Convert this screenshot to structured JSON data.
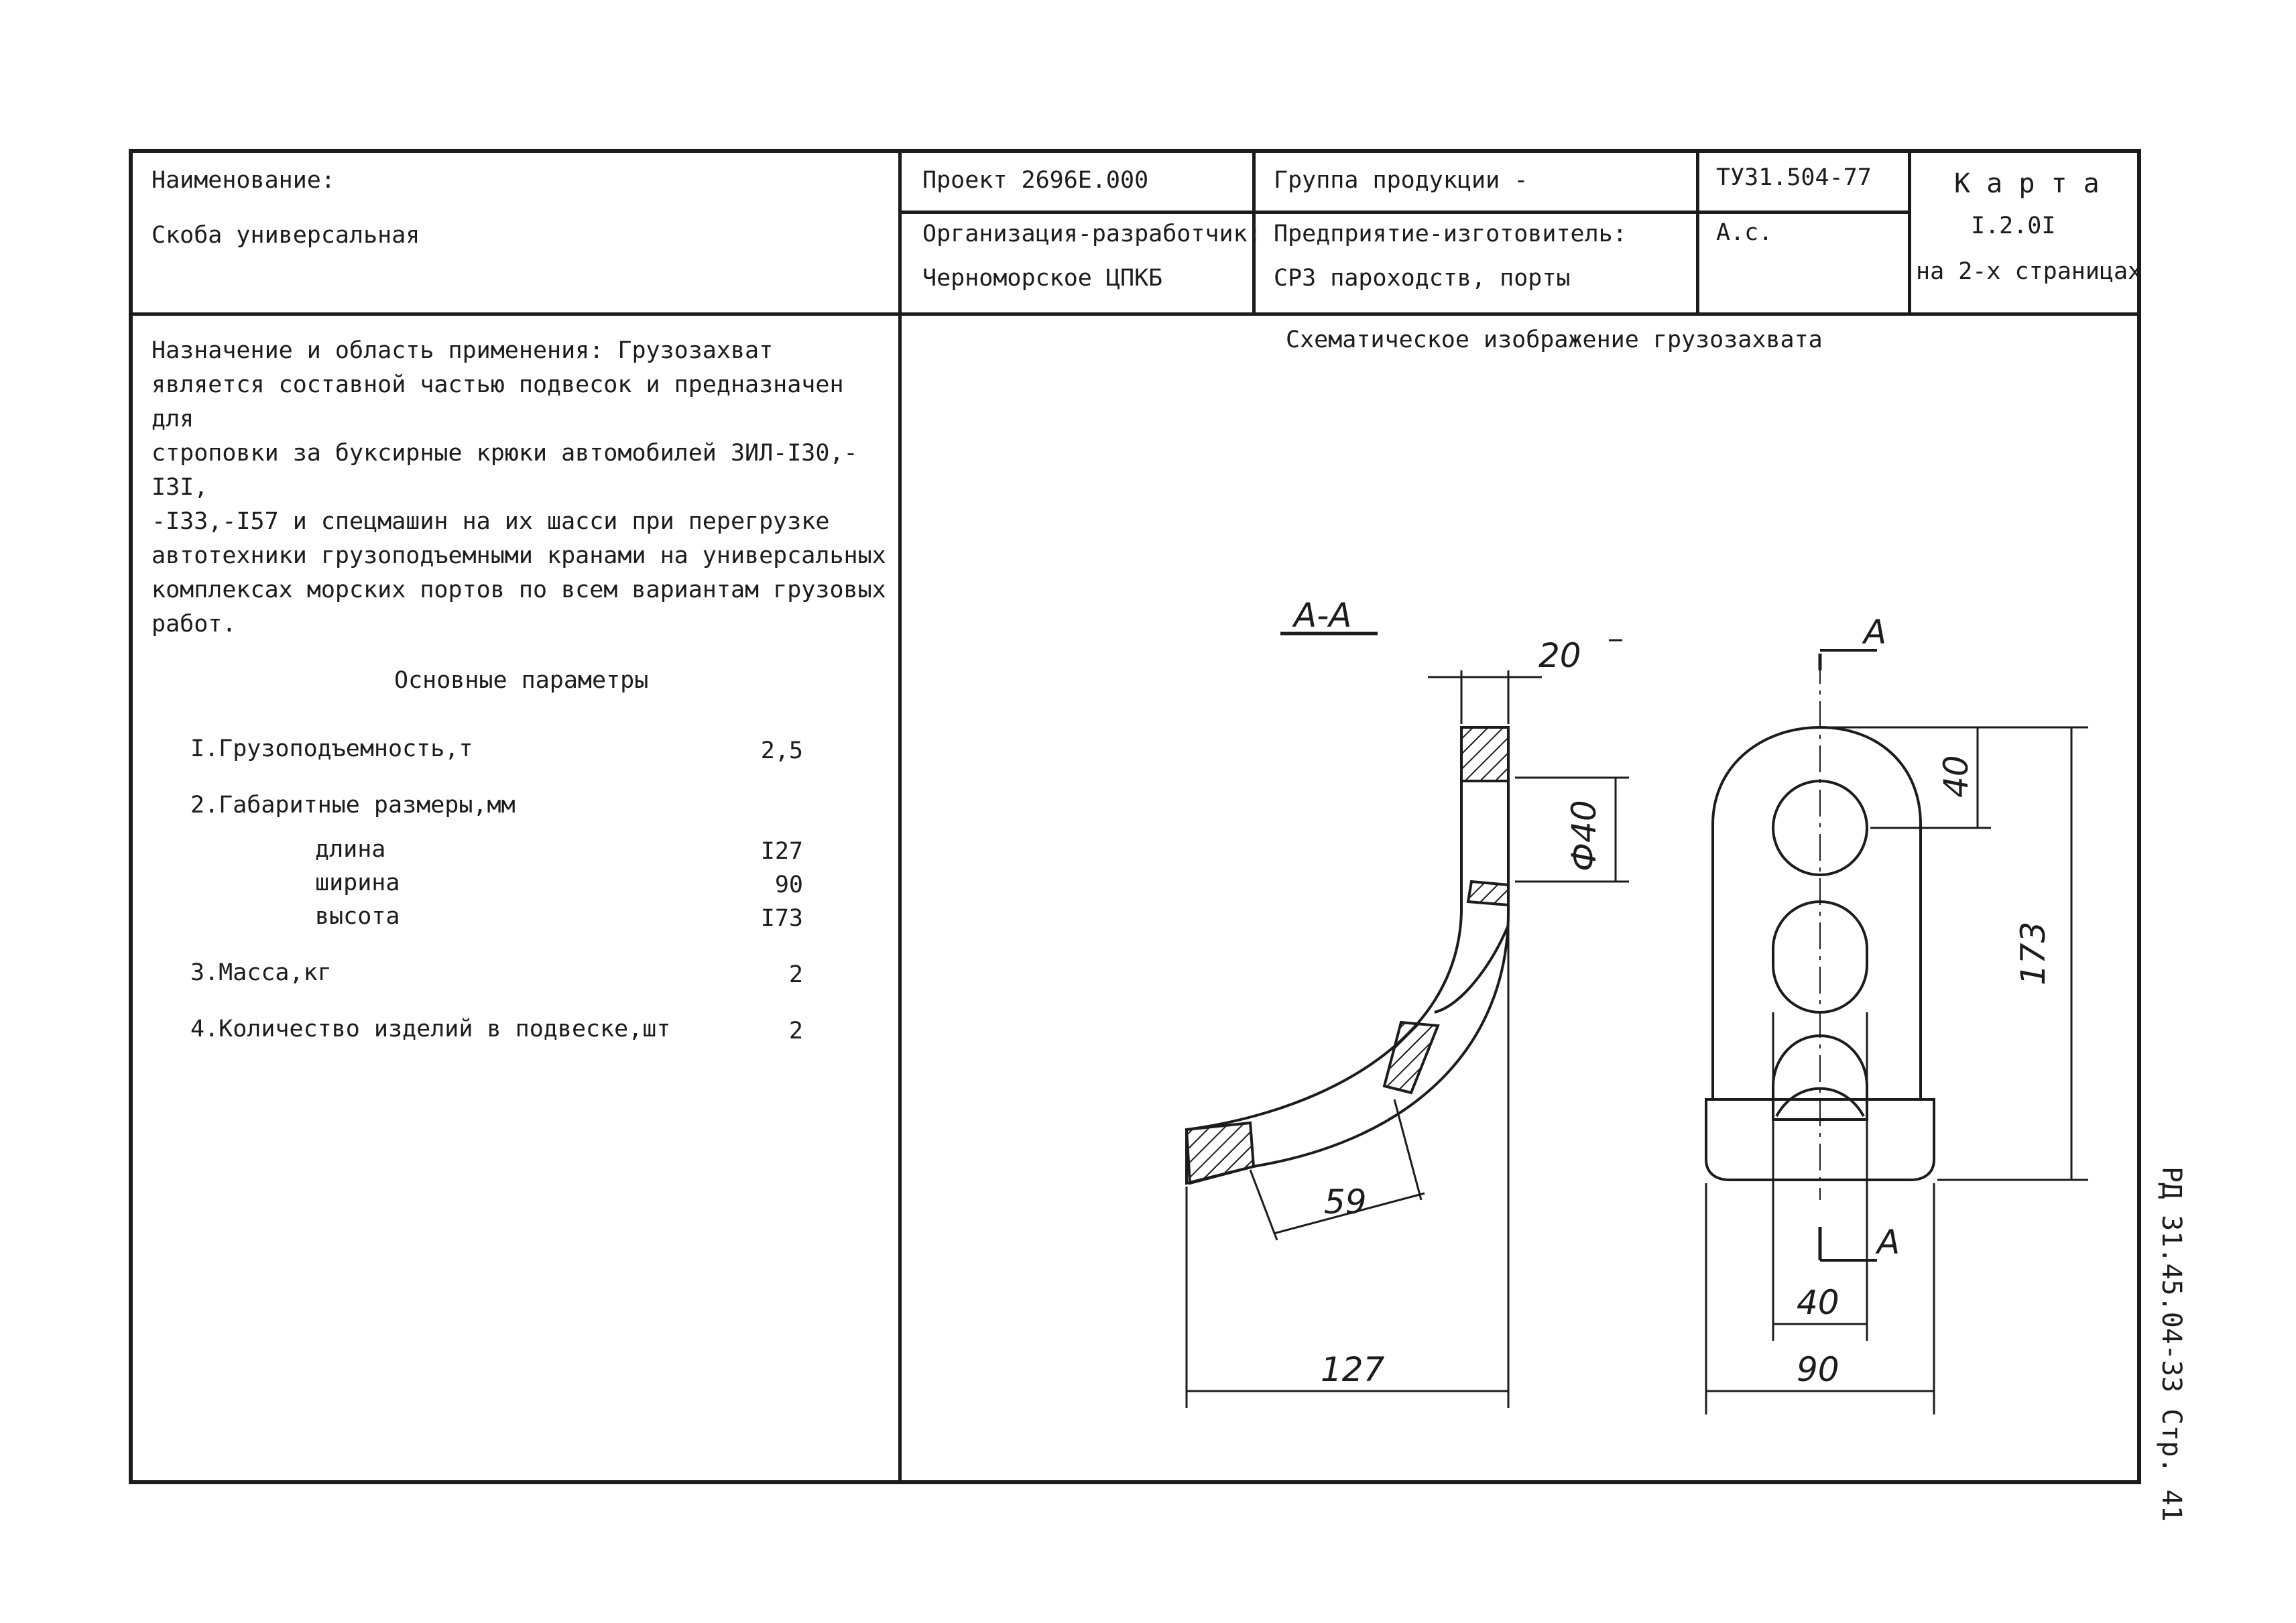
{
  "header": {
    "name_label": "Наименование:",
    "name_value": "Скоба универсальная",
    "project": "Проект  2696Е.000",
    "product_group": "Группа продукции   -",
    "tu": "ТУ31.504-77",
    "card_title": "К а р т а",
    "card_number": "I.2.0I",
    "card_pages": "на 2-х страницах",
    "developer_label": "Организация-разработчик:",
    "developer_value": "Черноморское ЦПКБ",
    "manufacturer_label": "Предприятие-изготовитель:",
    "manufacturer_value": "СРЗ пароходств, порты",
    "inventor_cert": "А.с."
  },
  "purpose": {
    "text": "    Назначение и область применения:  Грузозахват\nявляется составной частью подвесок и предназначен для\nстроповки за буксирные крюки автомобилей ЗИЛ-I30,-I3I,\n-I33,-I57 и спецмашин на их шасси при перегрузке\nавтотехники грузоподъемными кранами на универсальных\nкомплексах морских портов по всем вариантам грузовых\nработ."
  },
  "parameters": {
    "title": "Основные параметры",
    "items": [
      {
        "label": "I.Грузоподъемность,т",
        "value": "2,5"
      },
      {
        "label": "2.Габаритные размеры,мм",
        "value": ""
      },
      {
        "label": "длина",
        "value": "I27"
      },
      {
        "label": "ширина",
        "value": "90"
      },
      {
        "label": "высота",
        "value": "I73"
      },
      {
        "label": "3.Масса,кг",
        "value": "2"
      },
      {
        "label": "4.Количество изделий в подвеске,шт",
        "value": "2"
      }
    ]
  },
  "drawing": {
    "title": "Схематическое изображение грузозахвата",
    "section_label": "А-А",
    "section_mark": "А",
    "dims": {
      "thickness": "20",
      "hole_diameter": "Ф40",
      "width_59": "59",
      "length_127": "127",
      "top_40": "40",
      "height_173": "173",
      "slot_40": "40",
      "width_90": "90"
    }
  },
  "side_stamp": "РД 31.45.04-33  Стр. 41"
}
